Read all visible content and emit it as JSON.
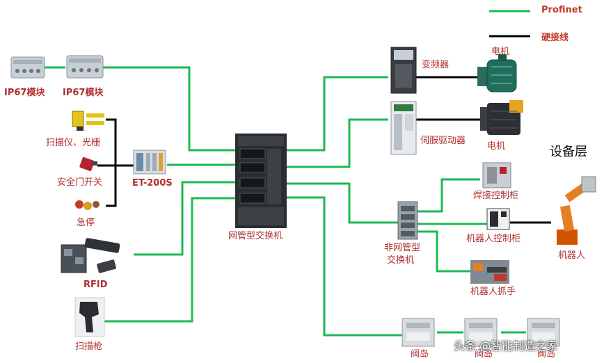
{
  "legend": {
    "profinet": {
      "label": "Profinet",
      "color": "#1db954"
    },
    "hardwire": {
      "label": "硬接线",
      "color": "#000000"
    }
  },
  "devices": {
    "ip67_a": "IP67模块",
    "ip67_b": "IP67模块",
    "scanner_curtain": "扫描仪、光栅",
    "door_switch": "安全门开关",
    "estop": "急停",
    "et200s": "ET-200S",
    "rfid": "RFID",
    "scan_gun": "扫描枪",
    "managed_switch": "网管型交换机",
    "inverter": "变频器",
    "motor_1": "电机",
    "servo_drive": "伺服驱动器",
    "motor_2": "电机",
    "device_layer": "设备层",
    "welding_cabinet": "焊接控制柜",
    "unmanaged_switch_l1": "非网管型",
    "unmanaged_switch_l2": "交换机",
    "robot_cabinet": "机器人控制柜",
    "robot": "机器人",
    "robot_gripper": "机器人抓手",
    "valve_1": "阀岛",
    "valve_2": "阀岛",
    "valve_3": "阀岛"
  },
  "watermark": "头条 @智能制造之家"
}
